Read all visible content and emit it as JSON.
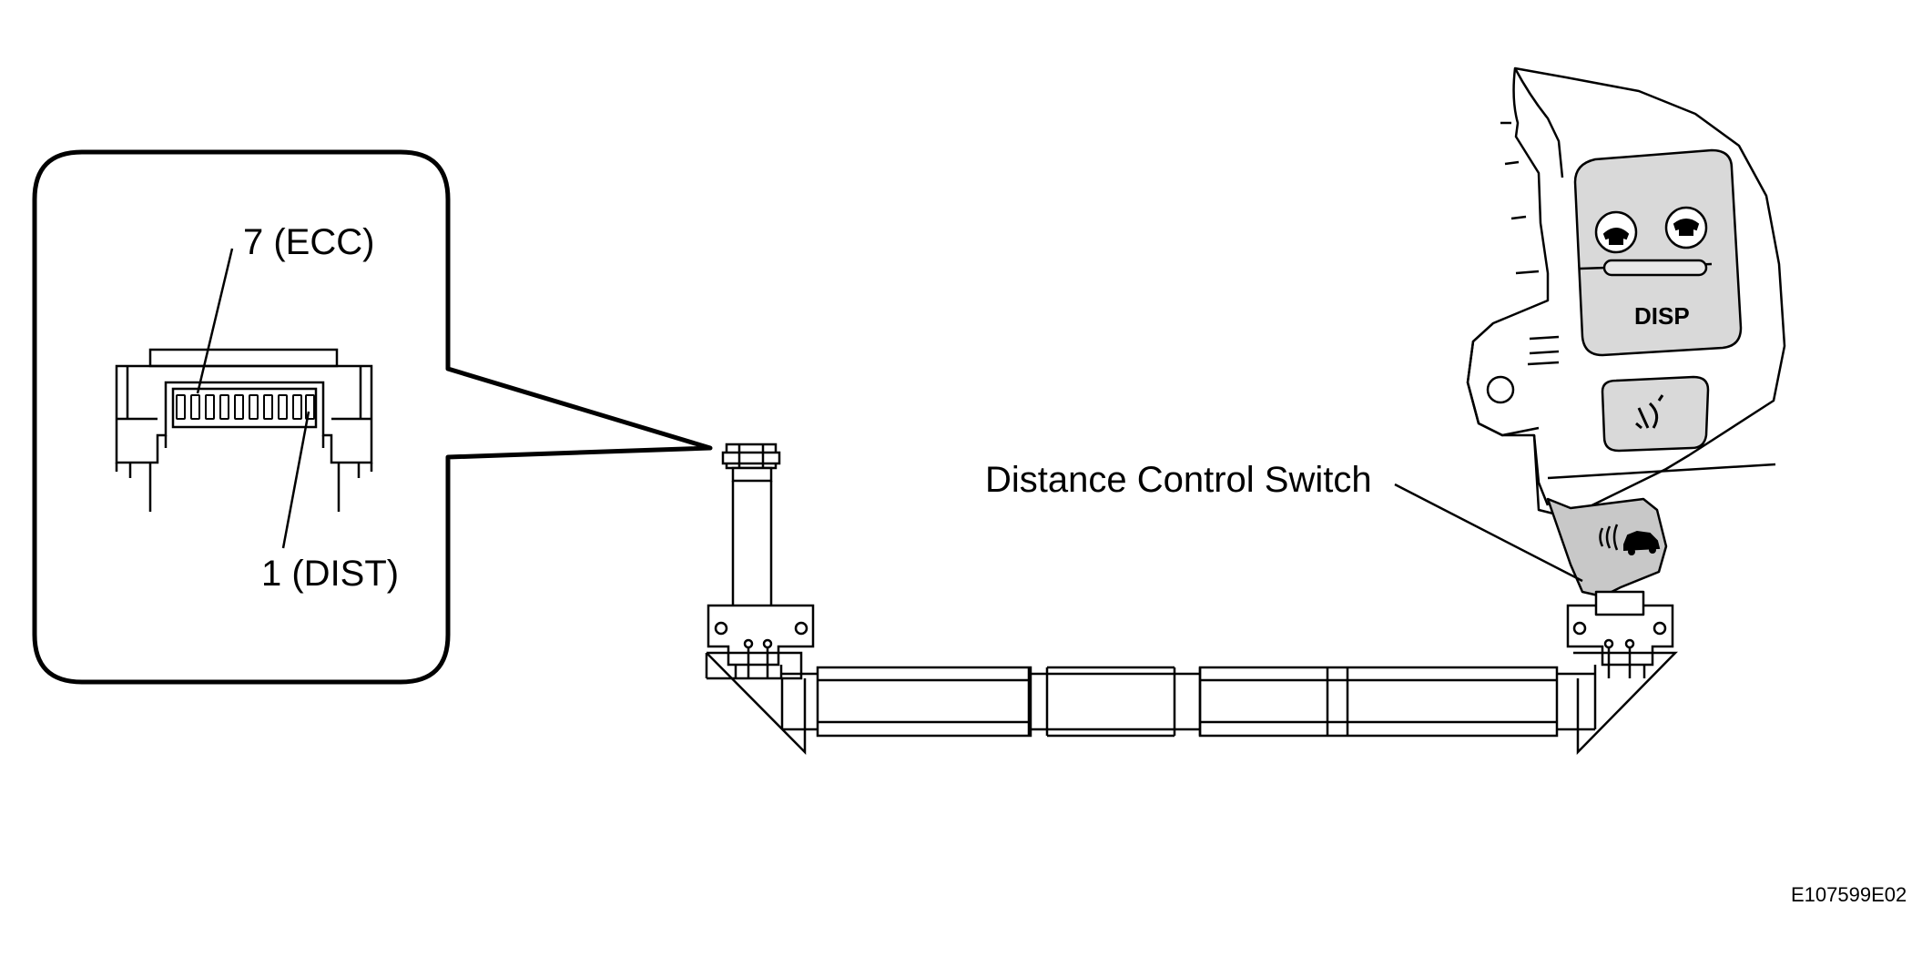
{
  "labels": {
    "pin7": "7 (ECC)",
    "pin1": "1 (DIST)",
    "switch": "Distance Control Switch",
    "switch_button_text": "DISP"
  },
  "figure_code": "E107599E02",
  "icons": [
    "phone-on-hook-icon",
    "phone-off-hook-icon",
    "voice-command-icon",
    "distance-radar-car-icon"
  ],
  "colors": {
    "line": "#000000",
    "background": "#ffffff",
    "switch_fill": "#d9d9d9",
    "button_fill": "#c8c8c8",
    "button_key_fill": "#e8e8e8"
  }
}
